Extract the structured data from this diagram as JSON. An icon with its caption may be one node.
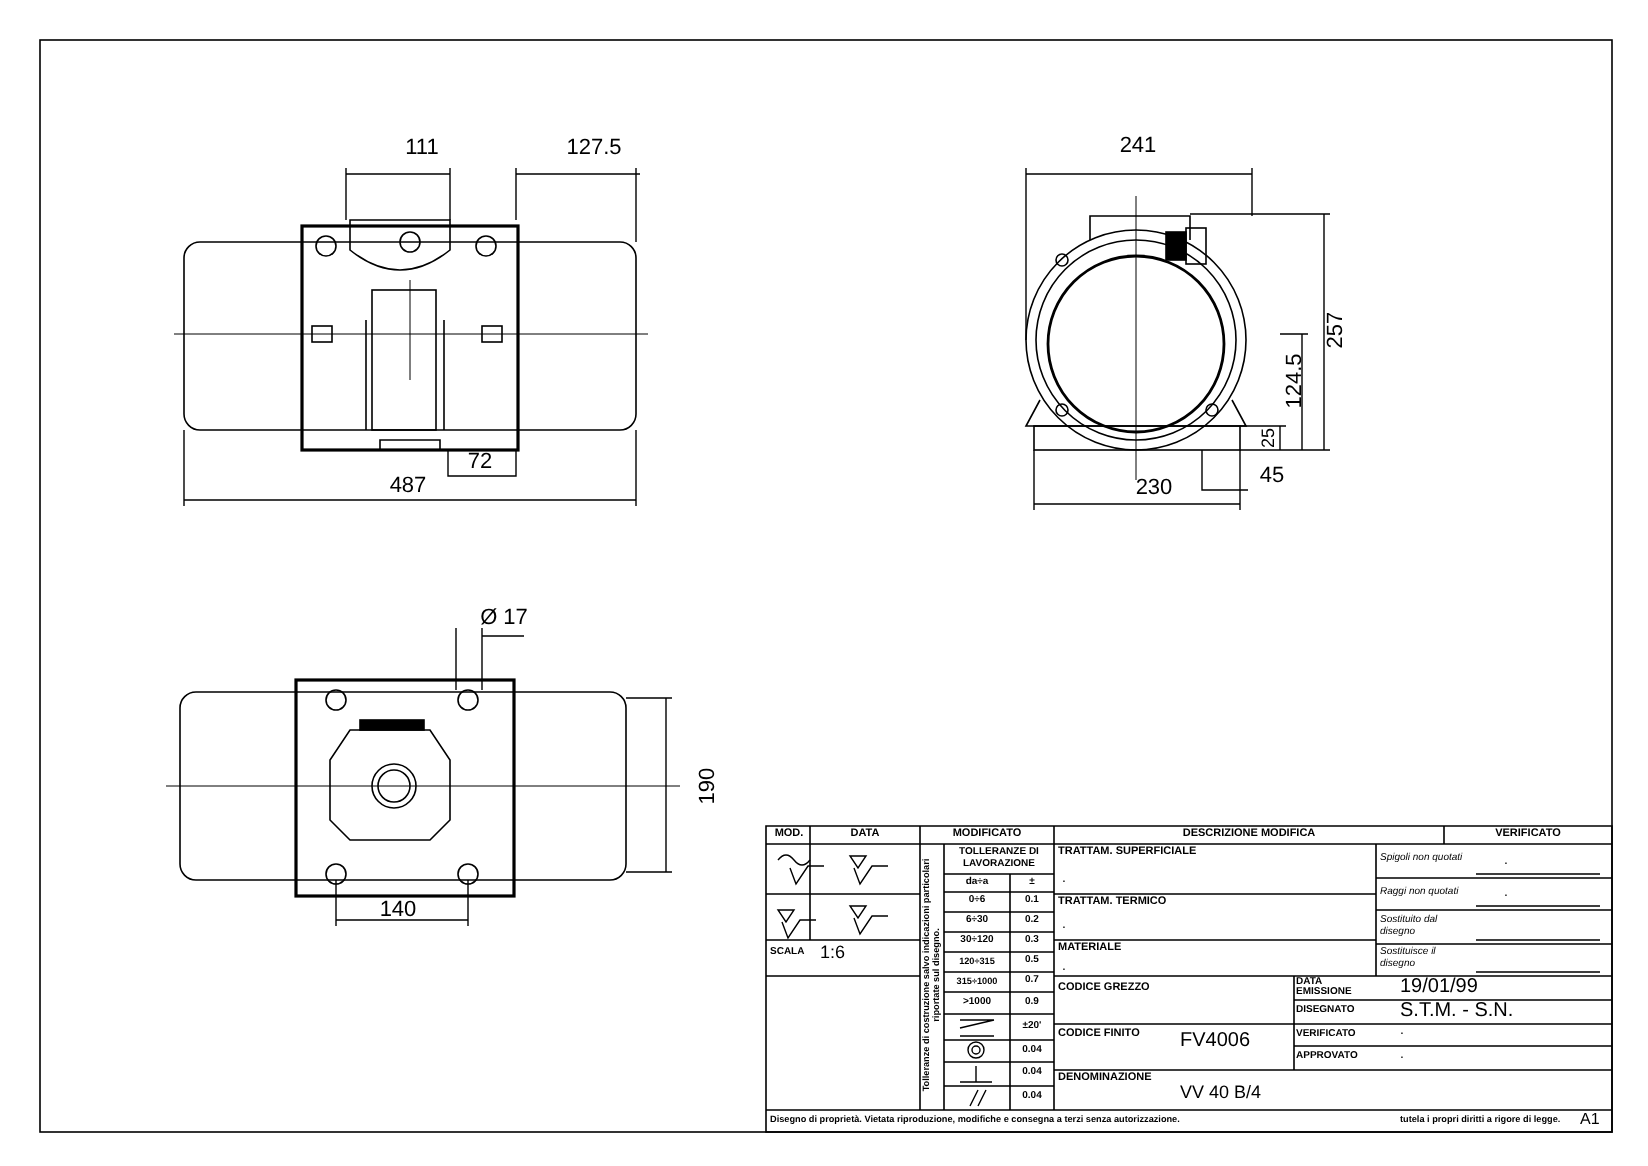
{
  "diagram": {
    "labels": [
      "111",
      "127.5",
      "241",
      "257",
      "124.5",
      "25",
      "45",
      "72",
      "487",
      "230",
      "Ø 17",
      "190",
      "140",
      "MOD.",
      "DATA",
      "MODIFICATO",
      "DESCRIZIONE MODIFICA",
      "VERIFICATO",
      "TOLLERANZE DI LAVORAZIONE",
      "TRATTAM. SUPERFICIALE",
      "Spigoli non quotati",
      ".",
      "da÷a",
      "±",
      ".",
      "Raggi non quotati",
      ".",
      "0÷6",
      "0.1",
      "TRATTAM. TERMICO",
      "Sostituito dal disegno",
      "6÷30",
      "0.2",
      ".",
      "30÷120",
      "0.3",
      "SCALA",
      "1:6",
      "MATERIALE",
      "Sostituisce il disegno",
      "120÷315",
      "0.5",
      ".",
      "315÷1000",
      "0.7",
      "CODICE GREZZO",
      "DATA EMISSIONE",
      "19/01/99",
      ">1000",
      "0.9",
      "DISEGNATO",
      "S.T.M. - S.N.",
      "±20'",
      "CODICE FINITO",
      "FV4006",
      "VERIFICATO",
      ".",
      "0.04",
      "APPROVATO",
      ".",
      "0.04",
      "DENOMINAZIONE",
      "VV 40 B/4",
      "0.04",
      "Tolleranze di costruzione salvo indicazioni particolari riportate sul disegno.",
      "Disegno di proprietà. Vietata riproduzione, modifiche e consegna a terzi senza autorizzazione.",
      "tutela i propri diritti a rigore di legge.",
      "A1"
    ]
  }
}
